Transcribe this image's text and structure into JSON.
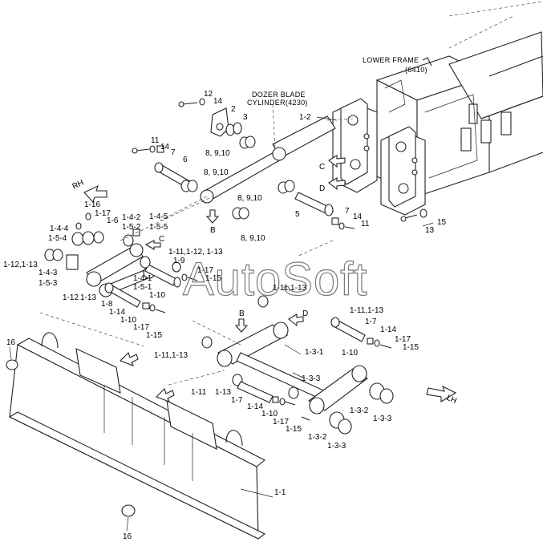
{
  "headers": {
    "lower_frame": "LOWER FRAME",
    "lower_frame_code": "(6410)",
    "cylinder_line1": "DOZER BLADE",
    "cylinder_line2": "CYLINDER(4230)"
  },
  "watermark": "AutoSoft",
  "directions": {
    "rh": "RH",
    "lh": "LH",
    "view_b": "B",
    "view_c": "C",
    "view_d": "D"
  },
  "callouts": [
    "12",
    "14",
    "2",
    "3",
    "1-2",
    "8, 9,10",
    "11",
    "14",
    "7",
    "6",
    "8, 9,10",
    "8, 9,10",
    "5",
    "7",
    "14",
    "11",
    "15",
    "13",
    "8, 9,10",
    "1-16",
    "1-17",
    "1-4-4",
    "1-6",
    "1-4-2",
    "1-4-5",
    "1-5-2",
    "1-5-5",
    "1-5-4",
    "1-12,1-13",
    "1-4-3",
    "1-5-3",
    "1-9",
    "1-11,1-12, 1-13",
    "1-17",
    "1-15",
    "1-4-1",
    "1-5-1",
    "1-10",
    "1-12",
    "1-13",
    "1-8",
    "1-14",
    "1-10",
    "1-17",
    "1-15",
    "1-11,1-13",
    "1-11,1-13",
    "1-7",
    "1-14",
    "1-17",
    "1-15",
    "1-10",
    "1-11,1-13",
    "1-3-1",
    "1-3-3",
    "1-11",
    "1-13",
    "1-7",
    "1-14",
    "1-10",
    "1-17",
    "1-15",
    "1-3-2",
    "1-3-3",
    "1-3-2",
    "1-3-3",
    "16",
    "1-1",
    "16"
  ]
}
